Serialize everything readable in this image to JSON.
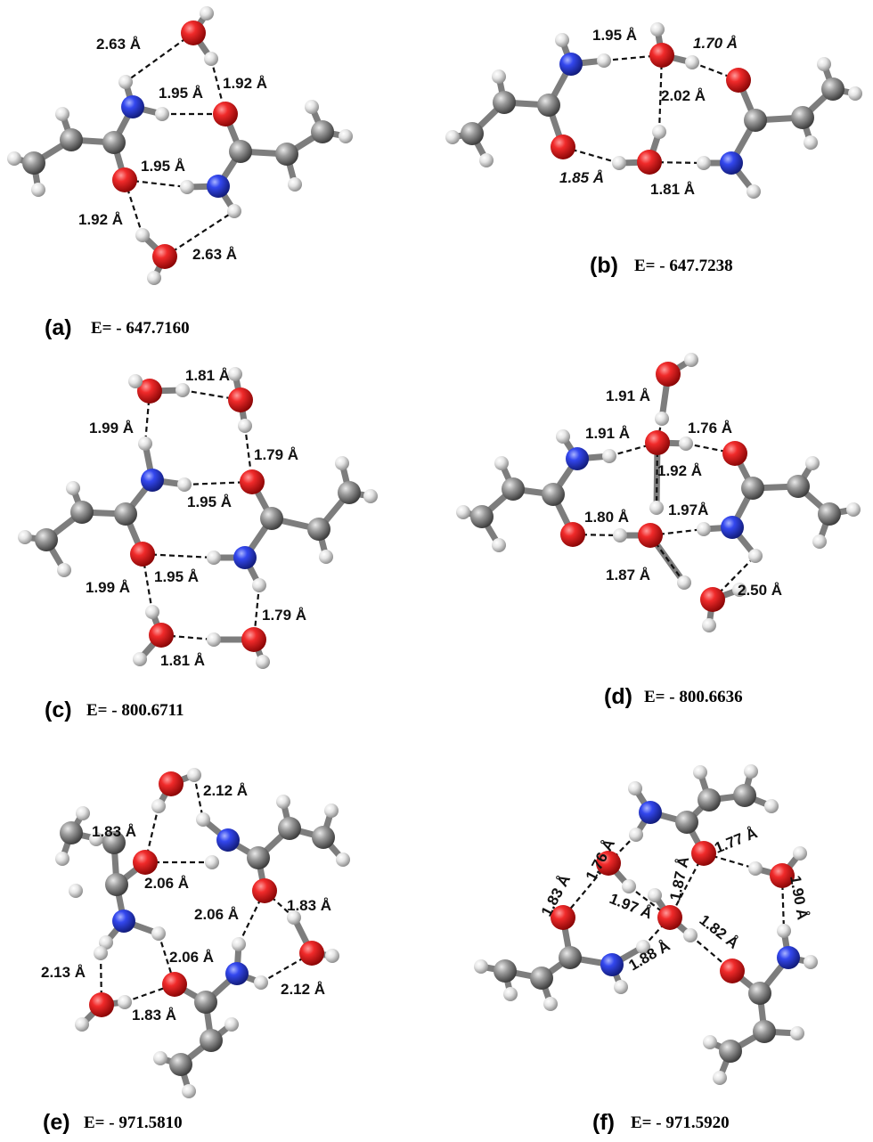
{
  "colors": {
    "oxygen": "#e01b1b",
    "nitrogen": "#2b3de0",
    "carbon": "#8c8c8c",
    "hydrogen": "#e6e6e6",
    "hbond": "#111111"
  },
  "panels": [
    {
      "id": "a",
      "label": "(a)",
      "energy": "E= - 647.7160",
      "distances": [
        "2.63 Å",
        "1.95 Å",
        "1.92 Å",
        "1.95 Å",
        "1.92 Å",
        "2.63 Å"
      ]
    },
    {
      "id": "b",
      "label": "(b)",
      "energy": "E= - 647.7238",
      "distances": [
        "1.95 Å",
        "1.70 Å",
        "2.02 Å",
        "1.85 Å",
        "1.81 Å"
      ]
    },
    {
      "id": "c",
      "label": "(c)",
      "energy": "E= - 800.6711",
      "distances": [
        "1.81 Å",
        "1.99 Å",
        "1.79 Å",
        "1.95 Å",
        "1.95 Å",
        "1.99 Å",
        "1.79 Å",
        "1.81 Å"
      ]
    },
    {
      "id": "d",
      "label": "(d)",
      "energy": "E= - 800.6636",
      "distances": [
        "1.91 Å",
        "1.91 Å",
        "1.76 Å",
        "1.92 Å",
        "1.80 Å",
        "1.97Å",
        "1.87 Å",
        "2.50 Å"
      ]
    },
    {
      "id": "e",
      "label": "(e)",
      "energy": "E= - 971.5810",
      "distances": [
        "2.12 Å",
        "1.83 Å",
        "2.06 Å",
        "2.06 Å",
        "1.83 Å",
        "2.06 Å",
        "2.13 Å",
        "1.83 Å",
        "2.12 Å"
      ]
    },
    {
      "id": "f",
      "label": "(f)",
      "energy": "E= - 971.5920",
      "distances": [
        "1.76 Å",
        "1.77 Å",
        "1.83 Å",
        "1.87 Å",
        "1.90 Å",
        "1.97 Å",
        "1.82 Å",
        "1.88 Å"
      ]
    }
  ]
}
